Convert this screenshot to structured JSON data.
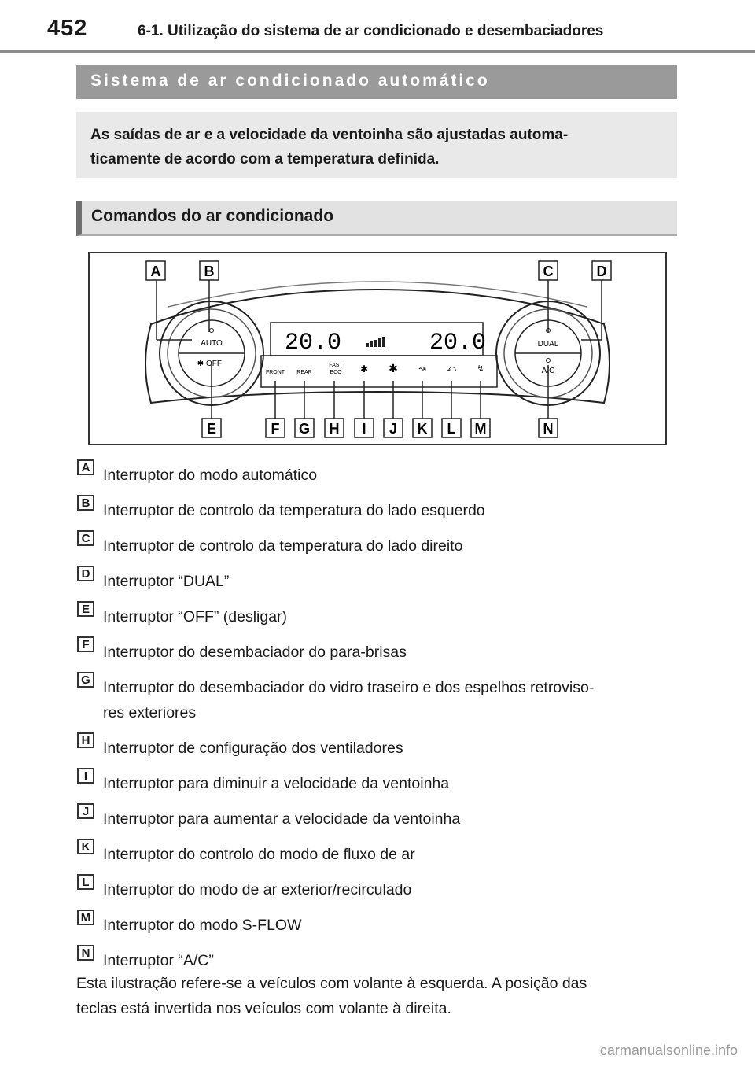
{
  "header": {
    "page_number": "452",
    "chapter_title": "6-1. Utilização do sistema de ar condicionado e desembaciadores"
  },
  "banner_title": "Sistema de ar condicionado automático",
  "intro_lines": [
    "As saídas de ar e a velocidade da ventoinha são ajustadas automa-",
    "ticamente de acordo com a temperatura definida."
  ],
  "section_title": "Comandos do ar condicionado",
  "figure": {
    "callouts_top": [
      "A",
      "B",
      "C",
      "D"
    ],
    "callouts_bottom": [
      "E",
      "F",
      "G",
      "H",
      "I",
      "J",
      "K",
      "L",
      "M",
      "N"
    ],
    "display_left_temp": "20.0",
    "display_right_temp": "20.0",
    "knob_left_top_label": "AUTO",
    "knob_left_bottom_label": "OFF",
    "knob_right_top_label": "DUAL",
    "knob_right_bottom_label": "A/C",
    "button_front": "FRONT",
    "button_rear": "REAR",
    "button_fast": "FAST",
    "button_eco": "ECO"
  },
  "items": [
    {
      "letter": "A",
      "text": "Interruptor do modo automático"
    },
    {
      "letter": "B",
      "text": "Interruptor de controlo da temperatura do lado esquerdo"
    },
    {
      "letter": "C",
      "text": "Interruptor de controlo da temperatura do lado direito"
    },
    {
      "letter": "D",
      "text": "Interruptor “DUAL”"
    },
    {
      "letter": "E",
      "text": "Interruptor “OFF” (desligar)"
    },
    {
      "letter": "F",
      "text": "Interruptor do desembaciador do para-brisas"
    },
    {
      "letter": "G",
      "text": "Interruptor do desembaciador do vidro traseiro e dos espelhos retroviso-",
      "text2": "res exteriores"
    },
    {
      "letter": "H",
      "text": "Interruptor de configuração dos ventiladores"
    },
    {
      "letter": "I",
      "text": "Interruptor para diminuir a velocidade da ventoinha"
    },
    {
      "letter": "J",
      "text": "Interruptor para aumentar a velocidade da ventoinha"
    },
    {
      "letter": "K",
      "text": "Interruptor do controlo do modo de fluxo de ar"
    },
    {
      "letter": "L",
      "text": "Interruptor do modo de ar exterior/recirculado"
    },
    {
      "letter": "M",
      "text": "Interruptor do modo S-FLOW"
    },
    {
      "letter": "N",
      "text": "Interruptor “A/C”"
    }
  ],
  "note_lines": [
    "Esta ilustração refere-se a veículos com volante à esquerda. A posição das",
    "teclas está invertida nos veículos com volante à direita."
  ],
  "watermark": "carmanualsonline.info"
}
